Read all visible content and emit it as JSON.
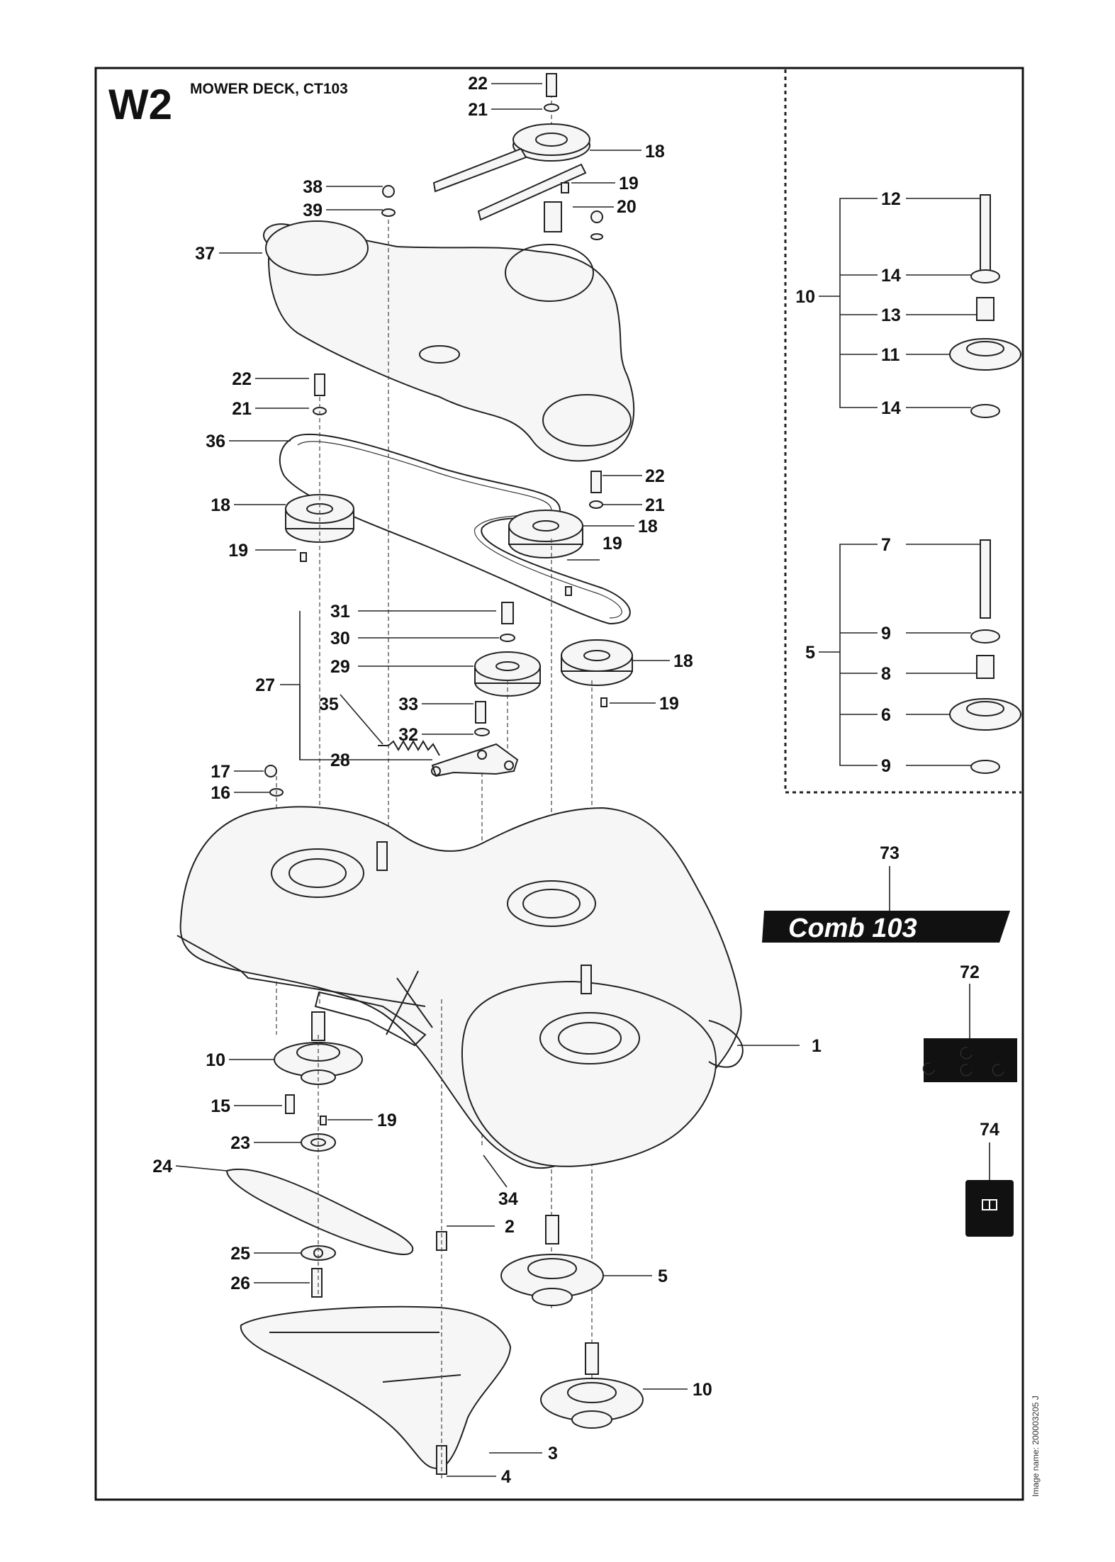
{
  "header": {
    "code": "W2",
    "title": "MOWER DECK, CT103"
  },
  "image_name": "Image name: 200003205 J",
  "decal_label": "Comb 103",
  "callouts": {
    "c22a": "22",
    "c21a": "21",
    "c18a": "18",
    "c19a": "19",
    "c20": "20",
    "c38": "38",
    "c39": "39",
    "c37": "37",
    "c22b": "22",
    "c21b": "21",
    "c36": "36",
    "c18b": "18",
    "c19b": "19",
    "c22c": "22",
    "c21c": "21",
    "c18c": "18",
    "c19c": "19",
    "c31": "31",
    "c30": "30",
    "c29": "29",
    "c27": "27",
    "c18d": "18",
    "c19d": "19",
    "c33": "33",
    "c35": "35",
    "c32": "32",
    "c17": "17",
    "c16": "16",
    "c28": "28",
    "c1": "1",
    "c10a": "10",
    "c15": "15",
    "c19e": "19",
    "c23": "23",
    "c24": "24",
    "c34": "34",
    "c2": "2",
    "c25": "25",
    "c5a": "5",
    "c26": "26",
    "c10b": "10",
    "c3": "3",
    "c4": "4",
    "c12": "12",
    "c14a": "14",
    "c10k": "10",
    "c13": "13",
    "c11": "11",
    "c14b": "14",
    "c7": "7",
    "c9a": "9",
    "c5k": "5",
    "c8": "8",
    "c6": "6",
    "c9b": "9",
    "c73": "73",
    "c72": "72",
    "c74": "74"
  }
}
